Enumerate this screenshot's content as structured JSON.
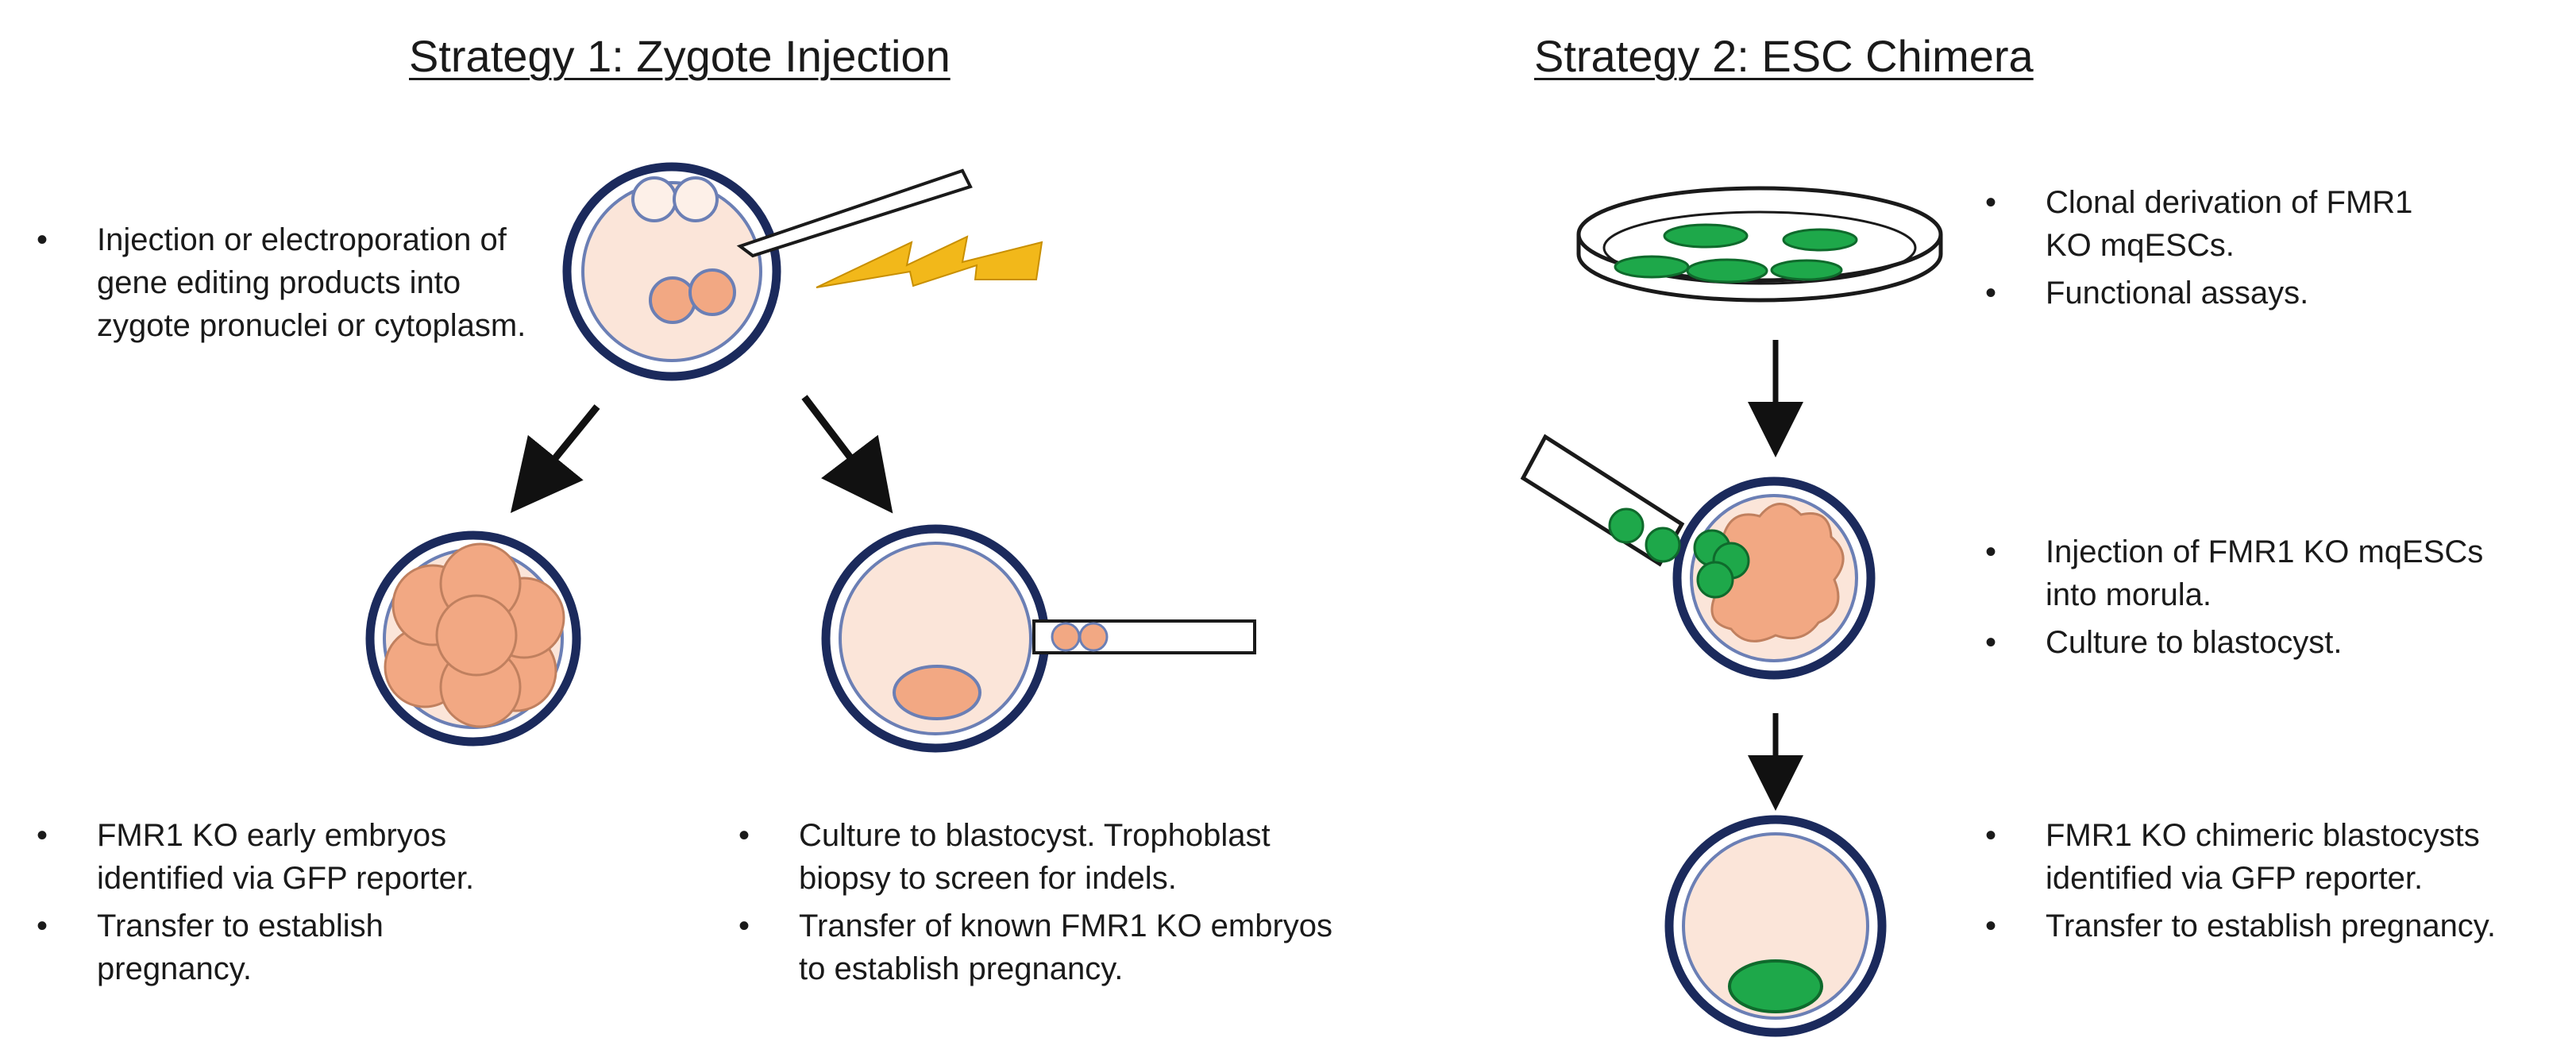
{
  "strategy1": {
    "title": "Strategy 1: Zygote Injection",
    "injection_text": [
      "Injection or electroporation of gene editing products into zygote pronuclei or cytoplasm."
    ],
    "early_embryo_text": [
      "FMR1 KO early embryos identified via GFP reporter.",
      "Transfer to establish pregnancy."
    ],
    "blastocyst_text": [
      "Culture to blastocyst. Trophoblast biopsy to screen for indels.",
      "Transfer of known FMR1 KO embryos to establish pregnancy."
    ]
  },
  "strategy2": {
    "title": "Strategy 2: ESC Chimera",
    "derivation_text": [
      "Clonal derivation of FMR1 KO mqESCs.",
      "Functional assays."
    ],
    "morula_text": [
      "Injection of FMR1 KO mqESCs into morula.",
      "Culture to blastocyst."
    ],
    "chimera_text": [
      "FMR1 KO chimeric blastocysts identified via GFP reporter.",
      "Transfer to establish pregnancy."
    ]
  },
  "colors": {
    "zona_outline": "#1b2a5c",
    "cytoplasm": "#fbe5d9",
    "cell": "#f2a883",
    "gfp_cell": "#1ea84a",
    "lightning": "#f2b81a"
  }
}
